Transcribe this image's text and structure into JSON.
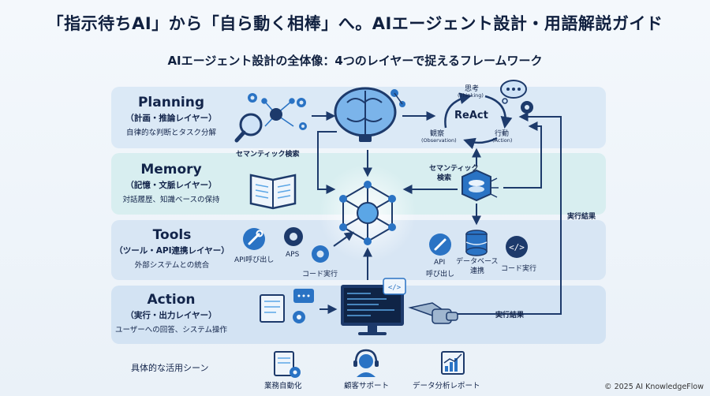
{
  "title": "「指示待ちAI」から「自ら動く相棒」へ。AIエージェント設計・用語解説ガイド",
  "subtitle": "AIエージェント設計の全体像：4つのレイヤーで捉えるフレームワーク",
  "layers": {
    "planning": {
      "name": "Planning",
      "sub": "（計画・推論レイヤー）",
      "desc": "自律的な判断とタスク分解"
    },
    "memory": {
      "name": "Memory",
      "sub": "（記憶・文脈レイヤー）",
      "desc": "対話履歴、知識ベースの保持"
    },
    "tools": {
      "name": "Tools",
      "sub": "（ツール・API連携レイヤー）",
      "desc": "外部システムとの統合"
    },
    "action": {
      "name": "Action",
      "sub": "（実行・出力レイヤー）",
      "desc": "ユーザーへの回答、システム操作"
    }
  },
  "react": {
    "label": "ReAct",
    "thinking": "思考",
    "thinking_en": "(Thinking)",
    "action": "行動",
    "action_en": "(Action)",
    "observation": "観察",
    "observation_en": "(Observation)"
  },
  "labels": {
    "semantic_search_left": "セマンティック検索",
    "semantic_search_right_1": "セマンティック",
    "semantic_search_right_2": "検索",
    "exec_result_1": "実行結果",
    "exec_result_2": "実行結果",
    "api_call_left": "API呼び出し",
    "aps": "APS",
    "code_exec_left": "コード実行",
    "api_call_right_1": "API",
    "api_call_right_2": "呼び出し",
    "db_link_1": "データベース",
    "db_link_2": "連携",
    "code_exec_right": "コード実行"
  },
  "use_cases": {
    "heading": "具体的な活用シーン",
    "items": [
      "業務自動化",
      "顧客サポート",
      "データ分析レポート"
    ]
  },
  "copyright": "© 2025 AI KnowledgeFlow",
  "colors": {
    "accent": "#2a73c4",
    "dark": "#1d3a6b",
    "light_blue": "#5ba6e6"
  }
}
